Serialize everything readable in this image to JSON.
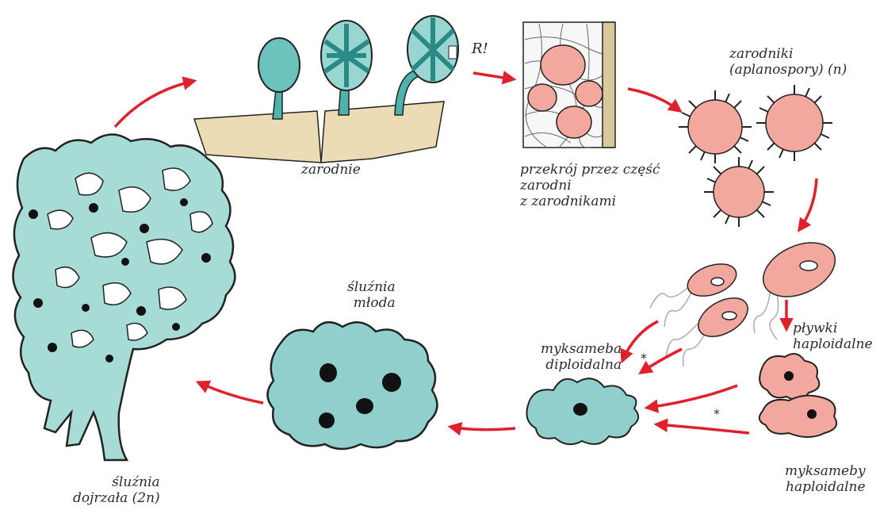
{
  "colors": {
    "plasmodium": "#8fd0cc",
    "plasmodium_dark": "#4fb3ad",
    "spore": "#f2a89e",
    "spore_dark": "#e88a80",
    "substrate": "#ecdcb3",
    "arrow": "#e0202c",
    "outline": "#222222"
  },
  "labels": {
    "zarodnie": "zarodnie",
    "r_mark": "R!",
    "section": [
      "przekrój przez część",
      "zarodni",
      "z zarodnikami"
    ],
    "spores": [
      "zarodniki",
      "(aplanospory) (n)"
    ],
    "swarmers": [
      "pływki",
      "haploidalne"
    ],
    "haploid_amoebae": [
      "myksameby",
      "haploidalne"
    ],
    "diploid_amoeba": [
      "myksameba",
      "diploidalna"
    ],
    "young_plasmodium": [
      "śluźnia",
      "młoda"
    ],
    "mature_plasmodium": [
      "śluźnia",
      "dojrzała (2n)"
    ],
    "asterisk": "*"
  },
  "icons": [
    "sporangia-icon",
    "sporangium-section-icon",
    "spore-icon",
    "swarmer-icon",
    "myxamoeba-icon",
    "plasmodium-icon",
    "arrow-icon"
  ]
}
